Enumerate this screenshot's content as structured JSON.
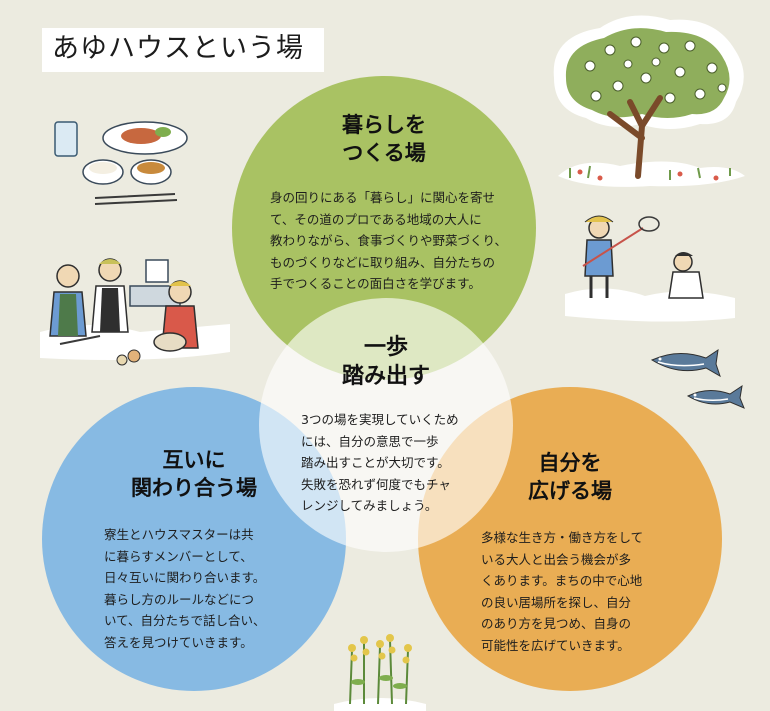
{
  "page": {
    "title": "あゆハウスという場"
  },
  "circles": {
    "top": {
      "heading": [
        "暮らしを",
        "つくる場"
      ],
      "body": [
        "身の回りにある「暮らし」に関心を寄せ",
        "て、その道のプロである地域の大人に",
        "教わりながら、食事づくりや野菜づくり、",
        "ものづくりなどに取り組み、自分たちの",
        "手でつくることの面白さを学びます。"
      ]
    },
    "center": {
      "heading": [
        "一歩",
        "踏み出す"
      ],
      "body": [
        "3つの場を実現していくため",
        "には、自分の意思で一歩",
        "踏み出すことが大切です。",
        "失敗を恐れず何度でもチャ",
        "レンジしてみましょう。"
      ]
    },
    "left": {
      "heading": [
        "互いに",
        "関わり合う場"
      ],
      "body": [
        "寮生とハウスマスターは共",
        "に暮らすメンバーとして、",
        "日々互いに関わり合います。",
        "暮らし方のルールなどにつ",
        "いて、自分たちで話し合い、",
        "答えを見つけていきます。"
      ]
    },
    "right": {
      "heading": [
        "自分を",
        "広げる場"
      ],
      "body": [
        "多様な生き方・働き方をして",
        "いる大人と出会う機会が多",
        "くあります。まちの中で心地",
        "の良い居場所を探し、自分",
        "のあり方を見つめ、自身の",
        "可能性を広げていきます。"
      ]
    }
  },
  "colors": {
    "background": "#ecebe0",
    "top_circle": "#a3be58",
    "left_circle": "#79b3e2",
    "right_circle": "#e8a748",
    "center_circle": "#ffffff"
  },
  "illustrations": [
    "tree-illustration",
    "meal-illustration",
    "cooking-illustration",
    "fishing-illustration",
    "fish-illustration",
    "flowers-illustration"
  ]
}
